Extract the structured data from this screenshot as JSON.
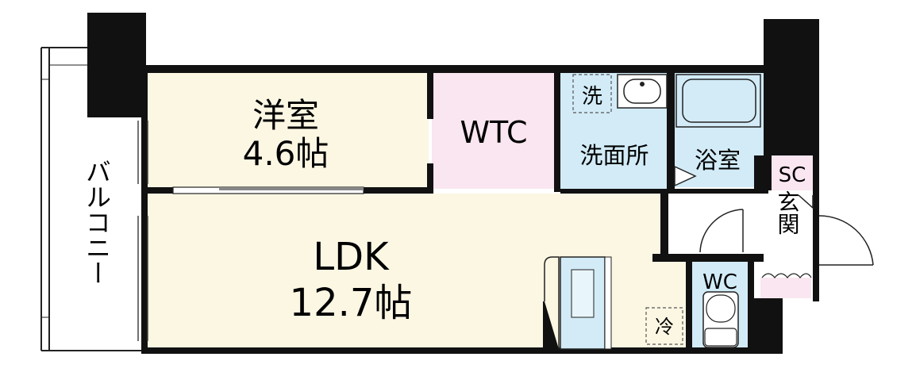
{
  "rooms": {
    "western_room": {
      "name": "洋室",
      "size": "4.6帖"
    },
    "ldk": {
      "name": "LDK",
      "size": "12.7帖"
    },
    "wtc": "WTC",
    "washroom": "洗面所",
    "washer": "洗",
    "bathroom": "浴室",
    "sc": "SC",
    "entrance": "玄関",
    "wc": "WC",
    "fridge": "冷",
    "balcony": "バルコニー"
  },
  "colors": {
    "western_room": "#fcf7e3",
    "ldk": "#fcf7e3",
    "wtc": "#fae6f0",
    "wet": "#d2ebf7",
    "entrance": "#fae6f0",
    "wall": "#111111"
  }
}
